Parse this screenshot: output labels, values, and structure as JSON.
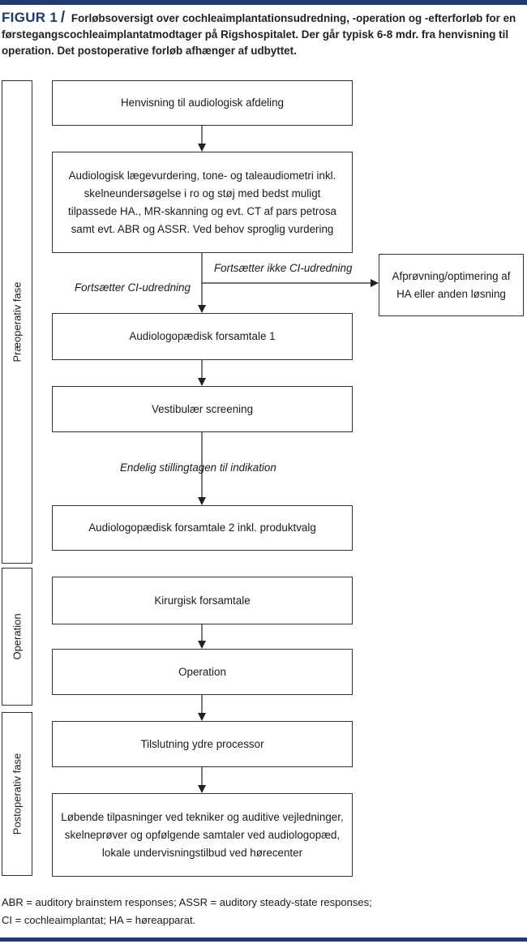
{
  "caption": {
    "label": "FIGUR 1",
    "slash": "/",
    "text": "Forløbsoversigt over cochleaimplantationsudredning, -operation og -efterforløb for en førstegangscochleaimplantatmodtager på Rigshospitalet. Der går typisk 6-8 mdr. fra henvisning til operation. Det postoperative forløb afhænger af udbyttet."
  },
  "phases": {
    "preoperative": "Præoperativ fase",
    "operation": "Operation",
    "postoperative": "Postoperativ fase"
  },
  "steps": {
    "referral": "Henvisning til audiologisk afdeling",
    "assessment": "Audiologisk lægevurdering, tone- og taleaudiometri inkl. skelneundersøgelse i ro og støj med bedst muligt tilpassede HA., MR-skanning og evt. CT af pars petrosa samt evt. ABR og ASSR. Ved behov sproglig vurdering",
    "alternative": "Afprøvning/optimering af HA eller anden løsning",
    "consult1": "Audiologopædisk forsamtale 1",
    "vestibular": "Vestibulær screening",
    "consult2": "Audiologopædisk forsamtale 2 inkl. produktvalg",
    "surgical_consult": "Kirurgisk forsamtale",
    "operation": "Operation",
    "connection": "Tilslutning ydre processor",
    "ongoing": "Løbende tilpasninger ved tekniker og auditive vejledninger, skelneprøver og opfølgende samtaler ved audiologopæd, lokale undervisningstilbud ved hørecenter"
  },
  "branches": {
    "not_continue": "Fortsætter ikke CI-udredning",
    "continue": "Fortsætter CI-udredning",
    "indication": "Endelig stillingtagen til indikation"
  },
  "footnote": {
    "line1": "ABR = auditory brainstem responses; ASSR = auditory steady-state responses;",
    "line2": "CI = cochleaimplantat; HA = høreapparat."
  },
  "colors": {
    "accent": "#1f3a6e",
    "stroke": "#333333"
  }
}
